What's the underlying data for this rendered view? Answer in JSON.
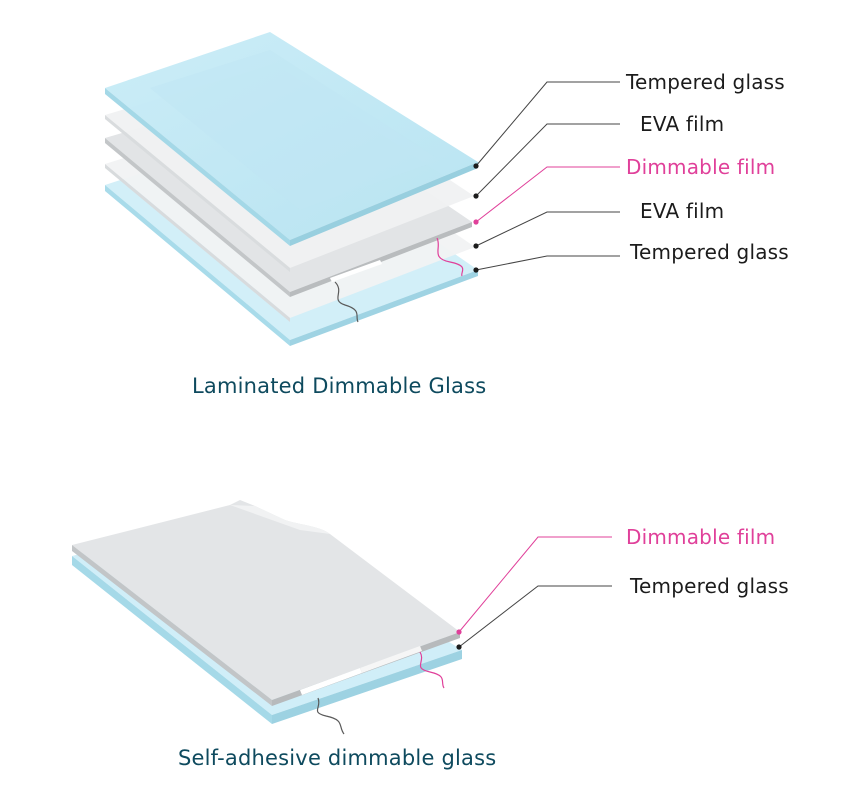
{
  "top_diagram": {
    "labels": [
      "Tempered glass",
      "EVA film",
      "Dimmable film",
      "EVA film",
      "Tempered glass"
    ],
    "caption": "Laminated Dimmable Glass"
  },
  "bottom_diagram": {
    "labels": [
      "Dimmable film",
      "Tempered glass"
    ],
    "caption": "Self-adhesive dimmable glass"
  },
  "colors": {
    "glass": "#cdeef7",
    "glass_edge": "#9fd6e6",
    "film": "#e6e8ea",
    "dimmable_label": "#e0409a",
    "label": "#1c1c1c",
    "caption": "#0e4a5e"
  }
}
